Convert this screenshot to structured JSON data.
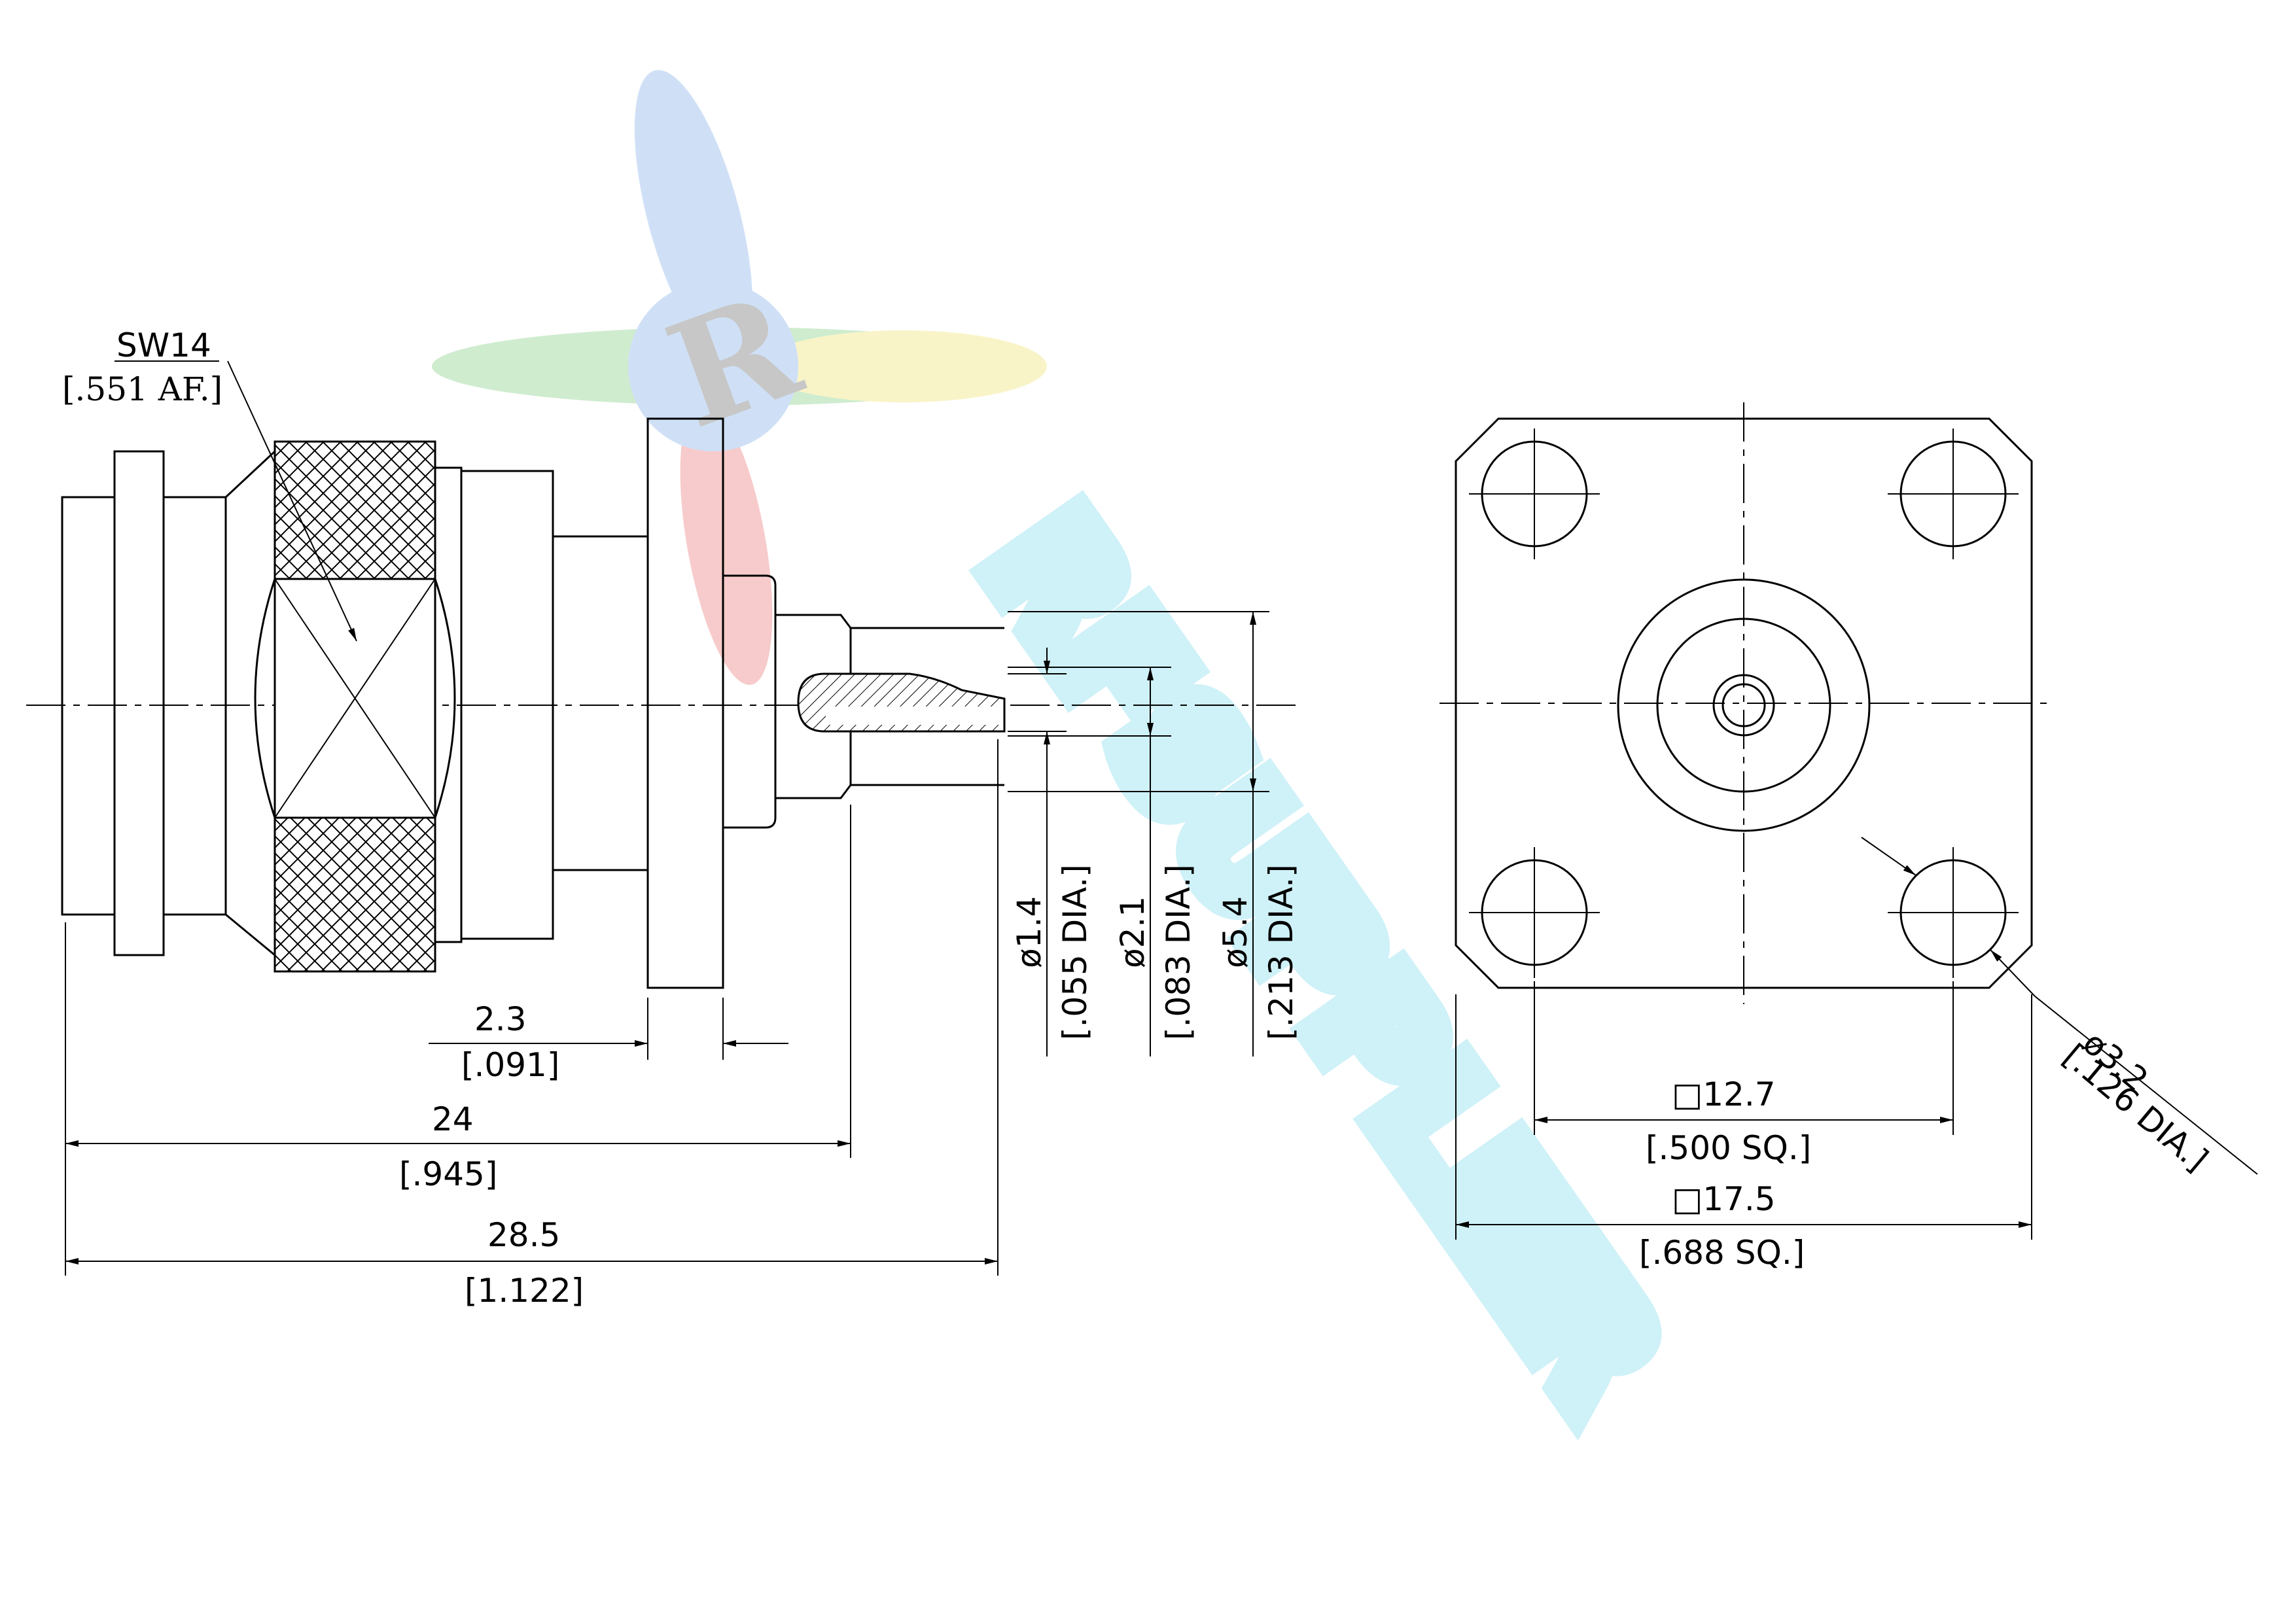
{
  "watermark": {
    "logo_letter": "R",
    "brand_text": "RFSUPPLIER",
    "colors": {
      "blue": "#a8c6ee",
      "green": "#a8dca8",
      "yellow": "#f4ec9c",
      "red": "#f0a0a0",
      "cyan": "#a8e6f4"
    }
  },
  "side_view": {
    "wrench_size": "SW14",
    "wrench_size_inch": "[.551 AF.]",
    "flange_thickness": "2.3",
    "flange_thickness_inch": "[.091]",
    "length_to_contact": "24",
    "length_to_contact_inch": "[.945]",
    "overall_length": "28.5",
    "overall_length_inch": "[1.122]",
    "pin_dia": "ø1.4",
    "pin_dia_inch": "[.055 DIA.]",
    "contact_dia": "ø2.1",
    "contact_dia_inch": "[.083 DIA.]",
    "insulator_dia": "ø5.4",
    "insulator_dia_inch": "[.213 DIA.]"
  },
  "front_view": {
    "hole_spacing": "□12.7",
    "hole_spacing_inch": "[.500 SQ.]",
    "flange_size": "□17.5",
    "flange_size_inch": "[.688 SQ.]",
    "hole_dia": "ø3.2",
    "hole_dia_inch": "[.126 DIA.]"
  }
}
